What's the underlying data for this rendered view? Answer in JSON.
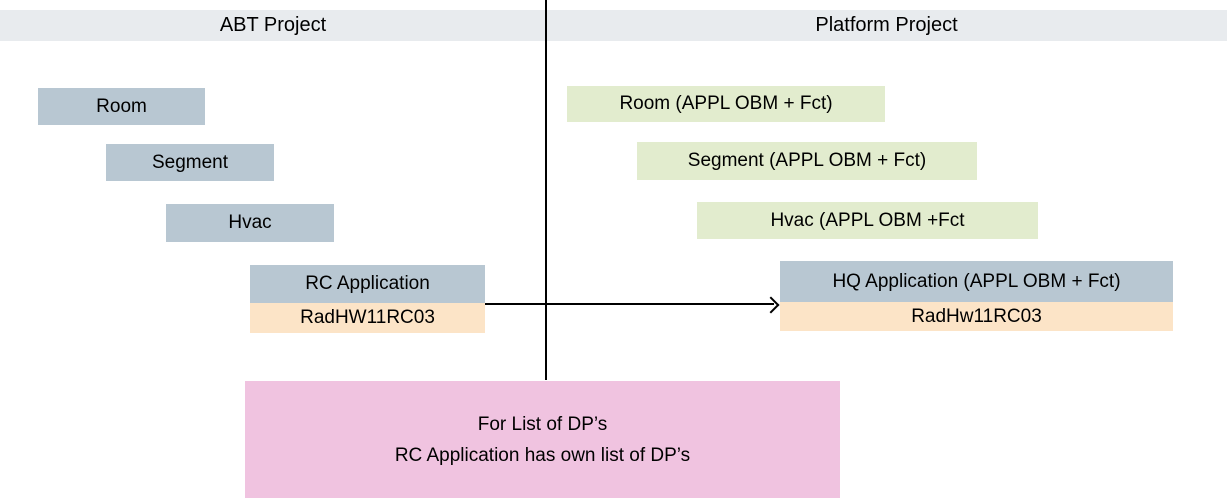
{
  "diagram": {
    "columns": {
      "abt": {
        "title": "ABT Project",
        "boxes": [
          {
            "label": "Room"
          },
          {
            "label": "Segment"
          },
          {
            "label": "Hvac"
          },
          {
            "label": "RC Application"
          },
          {
            "label": "RadHW11RC03"
          }
        ]
      },
      "platform": {
        "title": "Platform Project",
        "boxes": [
          {
            "label": "Room (APPL OBM + Fct)"
          },
          {
            "label": "Segment (APPL OBM + Fct)"
          },
          {
            "label": "Hvac (APPL OBM +Fct"
          },
          {
            "label": "HQ Application (APPL OBM + Fct)"
          },
          {
            "label": "RadHw11RC03"
          }
        ]
      }
    },
    "note": {
      "line1": "For List of DP’s",
      "line2": "RC Application has own list of DP’s"
    },
    "colors": {
      "header_band": "#e8ebee",
      "steel_box": "#b8c7d2",
      "green_box": "#e2ecce",
      "orange_box": "#fce4c7",
      "pink_note": "#f0c3e0",
      "line": "#000000"
    }
  }
}
